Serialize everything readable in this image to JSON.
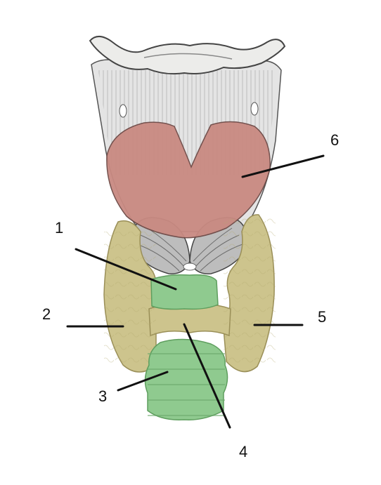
{
  "labels": {
    "l1": "1",
    "l2": "2",
    "l3": "3",
    "l4": "4",
    "l5": "5",
    "l6": "6"
  },
  "colors": {
    "hyoid_bone": "#e9e9e6",
    "thyrohyoid_membrane": "#dedede",
    "thyroid_cartilage": "#c98a82",
    "cricothyroid_muscle": "#b8b8b8",
    "thyroid_gland": "#cdc48d",
    "trachea_highlight": "#8fca8f",
    "leader_line": "#111111"
  }
}
